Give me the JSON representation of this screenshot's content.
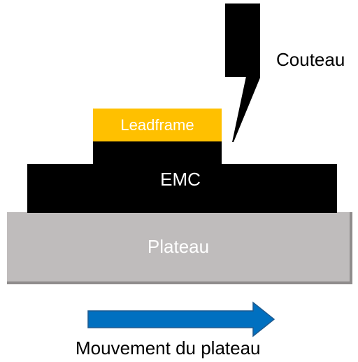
{
  "diagram": {
    "plateau_label": "Plateau",
    "emc_label": "EMC",
    "leadframe_label": "Leadframe",
    "couteau_label": "Couteau",
    "movement_label": "Mouvement du plateau",
    "colors": {
      "plateau": "#bfbcbc",
      "emc": "#000000",
      "leadframe": "#ffc000",
      "couteau": "#000000",
      "arrow": "#0070c0"
    }
  }
}
